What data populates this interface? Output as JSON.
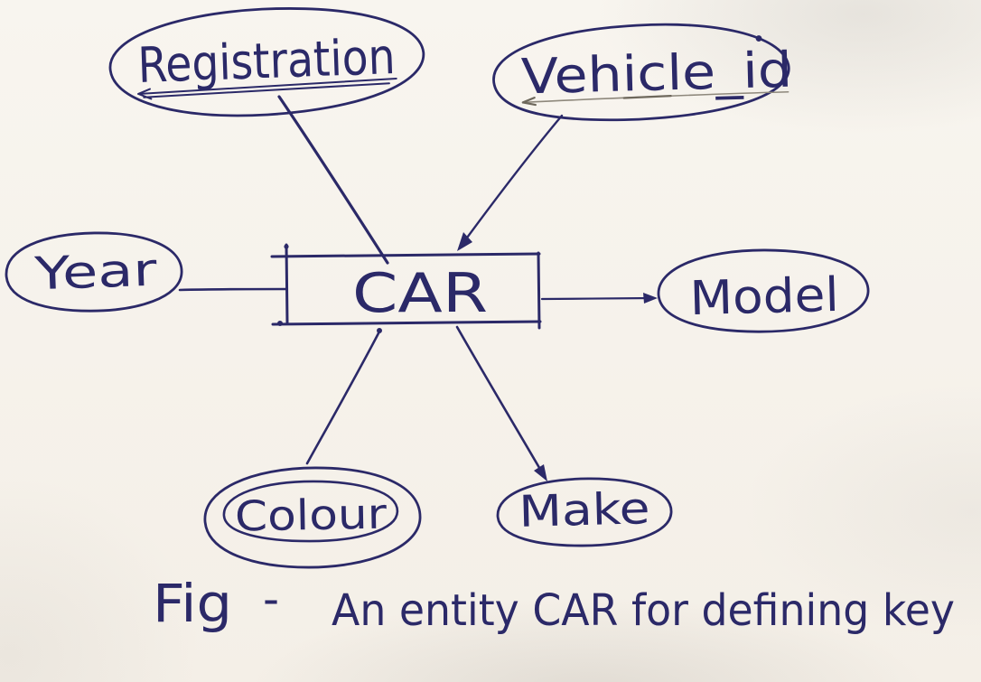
{
  "diagram": {
    "type": "er-diagram",
    "style": "hand-drawn-ink-on-paper",
    "entity": {
      "label": "CAR",
      "shape": "rectangle"
    },
    "attributes": {
      "registration": {
        "label": "Registration",
        "shape": "ellipse",
        "underlined": true,
        "is_key": true,
        "position": "top-left"
      },
      "vehicle_id": {
        "label": "Vehicle_id",
        "shape": "ellipse",
        "underlined": true,
        "underline_style": "pencil",
        "position": "top-right"
      },
      "year": {
        "label": "Year",
        "shape": "ellipse",
        "position": "left"
      },
      "model": {
        "label": "Model",
        "shape": "ellipse",
        "position": "right"
      },
      "colour": {
        "label": "Colour",
        "shape": "double-ellipse",
        "multivalued": true,
        "position": "bottom-left"
      },
      "make": {
        "label": "Make",
        "shape": "ellipse",
        "position": "bottom-right"
      }
    },
    "connectors": [
      {
        "from": "registration",
        "to": "CAR",
        "arrow": "none"
      },
      {
        "from": "vehicle_id",
        "to": "CAR",
        "arrow": "at-entity"
      },
      {
        "from": "year",
        "to": "CAR",
        "arrow": "none"
      },
      {
        "from": "CAR",
        "to": "model",
        "arrow": "at-attribute"
      },
      {
        "from": "CAR",
        "to": "colour",
        "arrow": "none"
      },
      {
        "from": "CAR",
        "to": "make",
        "arrow": "at-attribute"
      }
    ],
    "caption": {
      "fig": "Fig",
      "dash": "-",
      "text": "An entity CAR for defining key"
    },
    "colors": {
      "ink": "#2b2968",
      "pencil": "#8e887c",
      "paper": "#f6f2ea"
    }
  }
}
